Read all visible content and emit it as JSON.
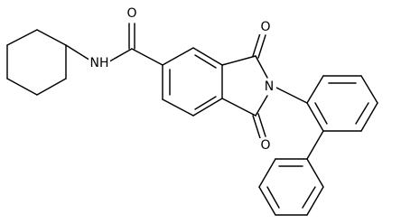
{
  "diagram": {
    "atoms": {
      "carbonyl_oxygen_top": "O",
      "carbonyl_oxygen_bottom": "O",
      "amide_oxygen": "O",
      "imide_nitrogen": "N",
      "amide_nitrogen": "NH"
    },
    "colors": {
      "bond": "#000000",
      "background": "#ffffff"
    }
  }
}
